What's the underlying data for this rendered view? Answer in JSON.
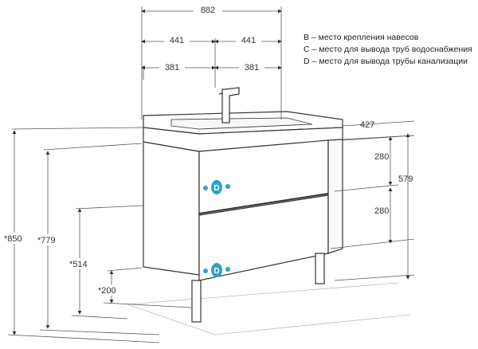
{
  "legend": {
    "b": "B – место крепления навесов",
    "c": "C – место для вывода труб водоснабжения",
    "d": "D – место для вывода трубы канализации"
  },
  "dimensions": {
    "total_width": "882",
    "half_left": "441",
    "half_right": "441",
    "inner_left": "381",
    "inner_right": "381",
    "depth": "427",
    "drawer_top_height": "280",
    "drawer_bottom_height": "280",
    "body_height": "579",
    "total_height": "*850",
    "body_bottom_height": "*779",
    "mid_height": "*514",
    "leg_height": "*200"
  },
  "markers": {
    "upper_label": "D",
    "lower_label": "D"
  },
  "colors": {
    "line": "#333333",
    "marker": "#2aa3c9"
  }
}
